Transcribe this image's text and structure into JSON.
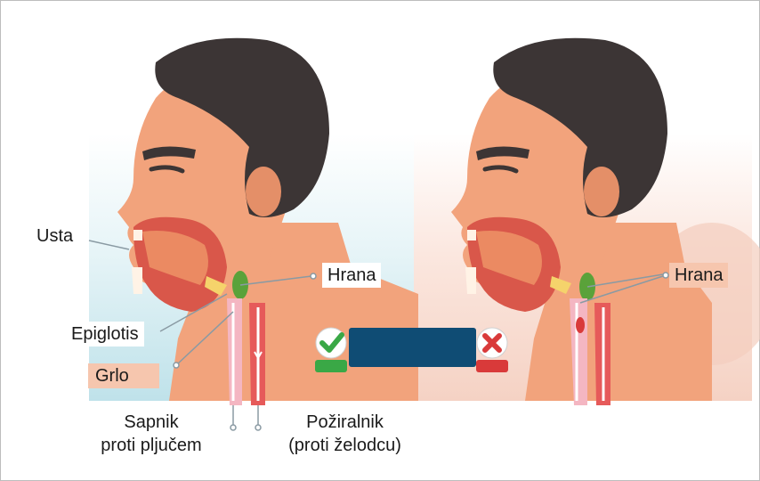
{
  "labels": {
    "usta": "Usta",
    "hrana_left": "Hrana",
    "hrana_right": "Hrana",
    "epiglotis": "Epiglotis",
    "grlo": "Grlo",
    "sapnik_line1": "Sapnik",
    "sapnik_line2": "proti pljučem",
    "poziralnik_line1": "Požiralnik",
    "poziralnik_line2": "(proti želodcu)"
  },
  "badges": {
    "ok": "OK",
    "not_ok": "NO"
  },
  "colors": {
    "skin": "#f2a37c",
    "skin_shade": "#e48f68",
    "hair": "#3c3535",
    "mouth": "#d9574a",
    "throat_pink": "#f4b6c2",
    "food_green": "#5aa23a",
    "ok_green": "#3aa846",
    "bad_red": "#d93a3a",
    "center_bar": "#0f4c74",
    "label_highlight": "#f6c6ae",
    "bg_left": "#cfe9ef",
    "bg_right": "#f7dcd2"
  },
  "icons": [
    "check-icon",
    "cross-icon"
  ]
}
